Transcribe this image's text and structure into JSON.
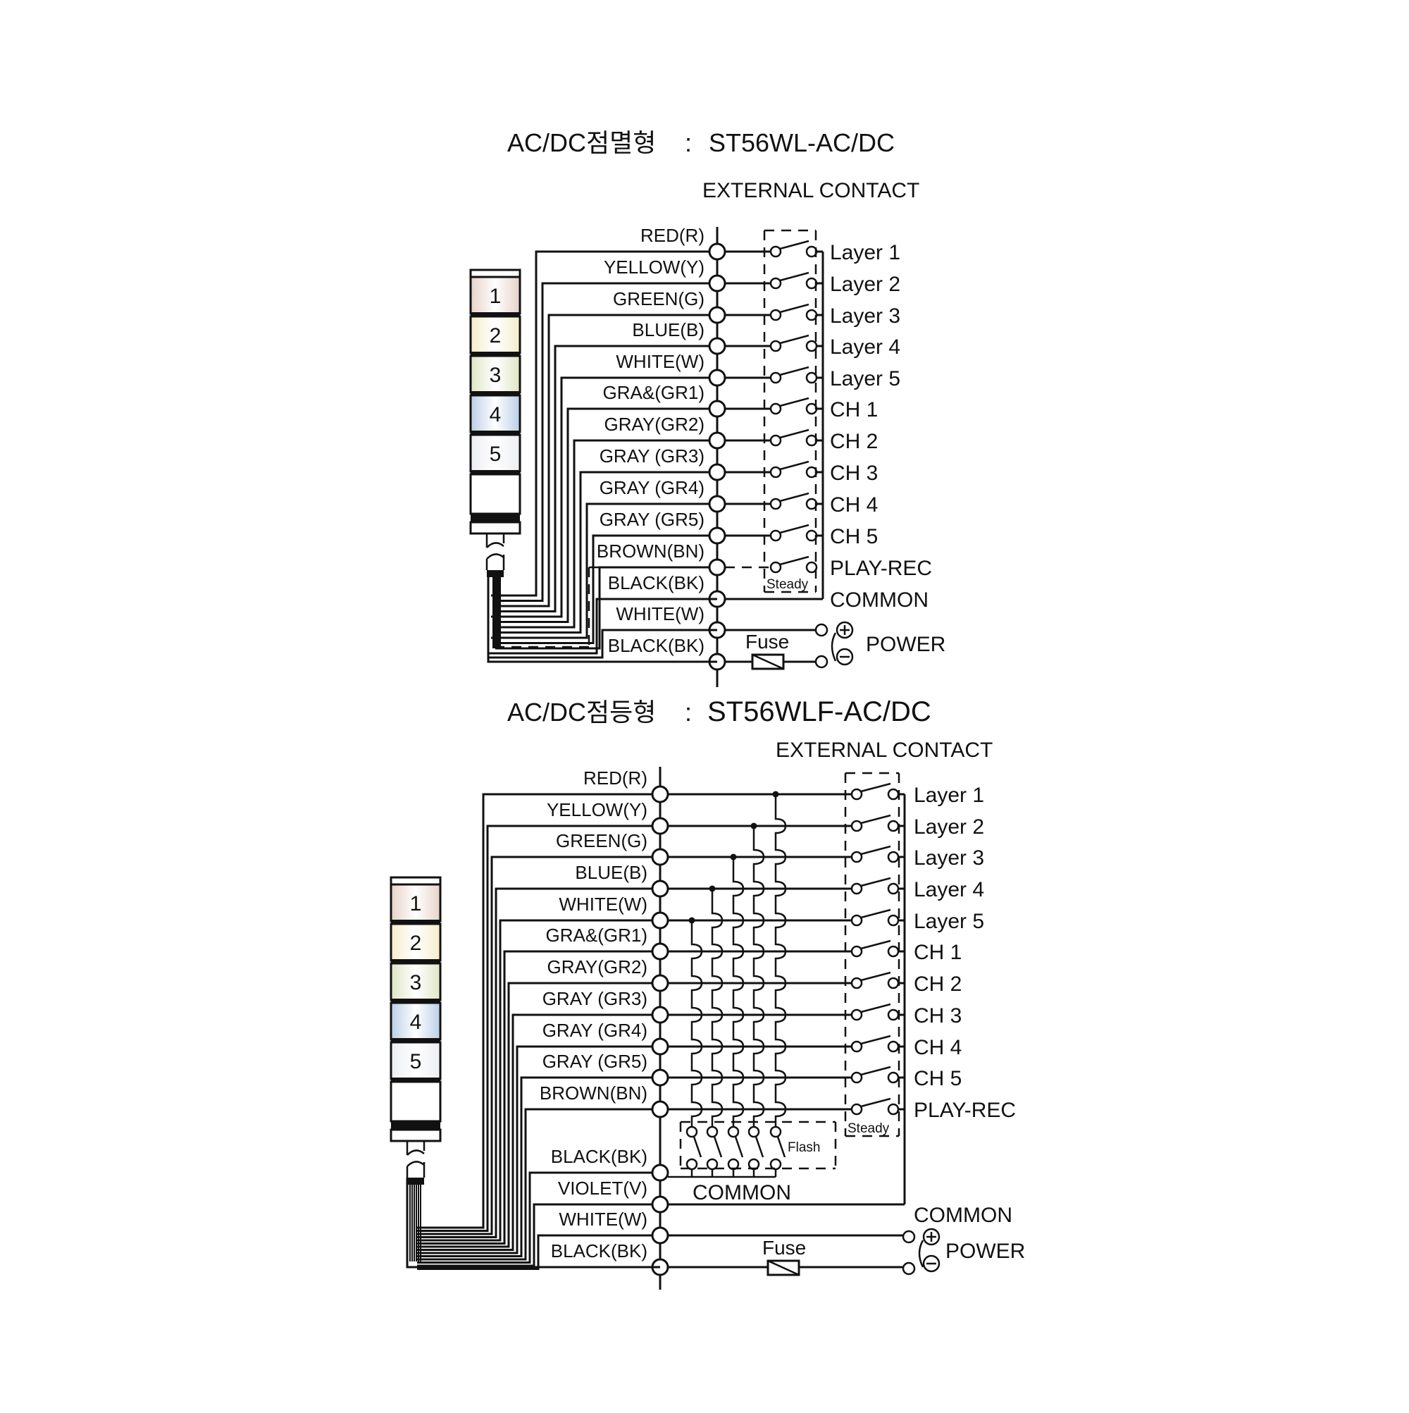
{
  "diagrams": [
    {
      "id": "flashing",
      "title_prefix": "AC/DC점멸형",
      "title_sep": ":",
      "model": "ST56WL-AC/DC",
      "external_contact_label": "EXTERNAL CONTACT",
      "wires": [
        {
          "label": "RED(R)",
          "output": "Layer 1"
        },
        {
          "label": "YELLOW(Y)",
          "output": "Layer 2"
        },
        {
          "label": "GREEN(G)",
          "output": "Layer 3"
        },
        {
          "label": "BLUE(B)",
          "output": "Layer 4"
        },
        {
          "label": "WHITE(W)",
          "output": "Layer 5"
        },
        {
          "label": "GRA&(GR1)",
          "output": "CH 1"
        },
        {
          "label": "GRAY(GR2)",
          "output": "CH 2"
        },
        {
          "label": "GRAY (GR3)",
          "output": "CH 3"
        },
        {
          "label": "GRAY (GR4)",
          "output": "CH 4"
        },
        {
          "label": "GRAY (GR5)",
          "output": "CH 5"
        },
        {
          "label": "BROWN(BN)",
          "output": "PLAY-REC"
        },
        {
          "label": "BLACK(BK)",
          "output": "COMMON"
        },
        {
          "label": "WHITE(W)",
          "output": ""
        },
        {
          "label": "BLACK(BK)",
          "output": ""
        }
      ],
      "steady_label": "Steady",
      "fuse_label": "Fuse",
      "power_label": "POWER",
      "power_plus": "+",
      "power_minus": "−"
    },
    {
      "id": "steady",
      "title_prefix": "AC/DC점등형",
      "title_sep": ":",
      "model": "ST56WLF-AC/DC",
      "external_contact_label": "EXTERNAL CONTACT",
      "wires": [
        {
          "label": "RED(R)",
          "output": "Layer 1"
        },
        {
          "label": "YELLOW(Y)",
          "output": "Layer 2"
        },
        {
          "label": "GREEN(G)",
          "output": "Layer 3"
        },
        {
          "label": "BLUE(B)",
          "output": "Layer 4"
        },
        {
          "label": "WHITE(W)",
          "output": "Layer 5"
        },
        {
          "label": "GRA&(GR1)",
          "output": "CH 1"
        },
        {
          "label": "GRAY(GR2)",
          "output": "CH 2"
        },
        {
          "label": "GRAY (GR3)",
          "output": "CH 3"
        },
        {
          "label": "GRAY (GR4)",
          "output": "CH 4"
        },
        {
          "label": "GRAY (GR5)",
          "output": "CH 5"
        },
        {
          "label": "BROWN(BN)",
          "output": "PLAY-REC"
        },
        {
          "label": "BLACK(BK)",
          "output": ""
        },
        {
          "label": "VIOLET(V)",
          "output": ""
        },
        {
          "label": "WHITE(W)",
          "output": ""
        },
        {
          "label": "BLACK(BK)",
          "output": ""
        }
      ],
      "steady_label": "Steady",
      "flash_label": "Flash",
      "inner_common_label": "COMMON",
      "common_label": "COMMON",
      "fuse_label": "Fuse",
      "power_label": "POWER",
      "power_plus": "+",
      "power_minus": "−"
    }
  ],
  "tower": {
    "segments": [
      {
        "number": "1",
        "color": "#e6d2c8"
      },
      {
        "number": "2",
        "color": "#f6eccb"
      },
      {
        "number": "3",
        "color": "#dfe6c6"
      },
      {
        "number": "4",
        "color": "#bccfe6"
      },
      {
        "number": "5",
        "color": "#eceef2"
      }
    ]
  },
  "colors": {
    "line": "#111111",
    "background": "#ffffff"
  }
}
